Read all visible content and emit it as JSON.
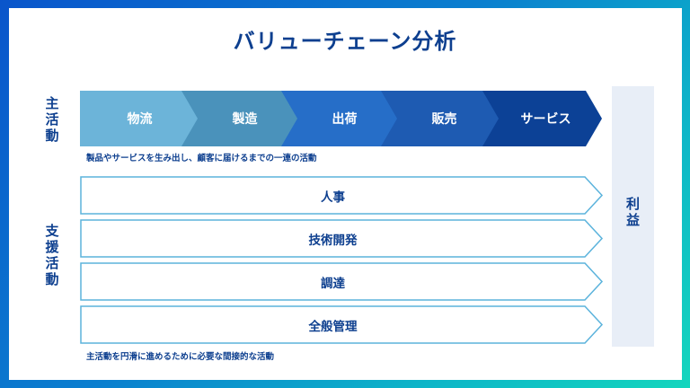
{
  "title": "バリューチェーン分析",
  "primary": {
    "label_chars": [
      "主",
      "活",
      "動"
    ],
    "steps": [
      {
        "label": "物流",
        "color": "#6cb4d9"
      },
      {
        "label": "製造",
        "color": "#4a92bb"
      },
      {
        "label": "出荷",
        "color": "#266ec8"
      },
      {
        "label": "販売",
        "color": "#1e5bb2"
      },
      {
        "label": "サービス",
        "color": "#0c4196"
      }
    ],
    "caption": "製品やサービスを生み出し、顧客に届けるまでの一連の活動"
  },
  "support": {
    "label_chars": [
      "支",
      "援",
      "活",
      "動"
    ],
    "items": [
      {
        "label": "人事"
      },
      {
        "label": "技術開発"
      },
      {
        "label": "調達"
      },
      {
        "label": "全般管理"
      }
    ],
    "caption": "主活動を円滑に進めるために必要な間接的な活動",
    "border_color": "#5bb3dc"
  },
  "profit": {
    "label_chars": [
      "利",
      "益"
    ],
    "background": "#e8eef7"
  },
  "colors": {
    "heading": "#0d3f8f",
    "frame_start": "#0a55cb",
    "frame_end": "#14d6bd"
  }
}
